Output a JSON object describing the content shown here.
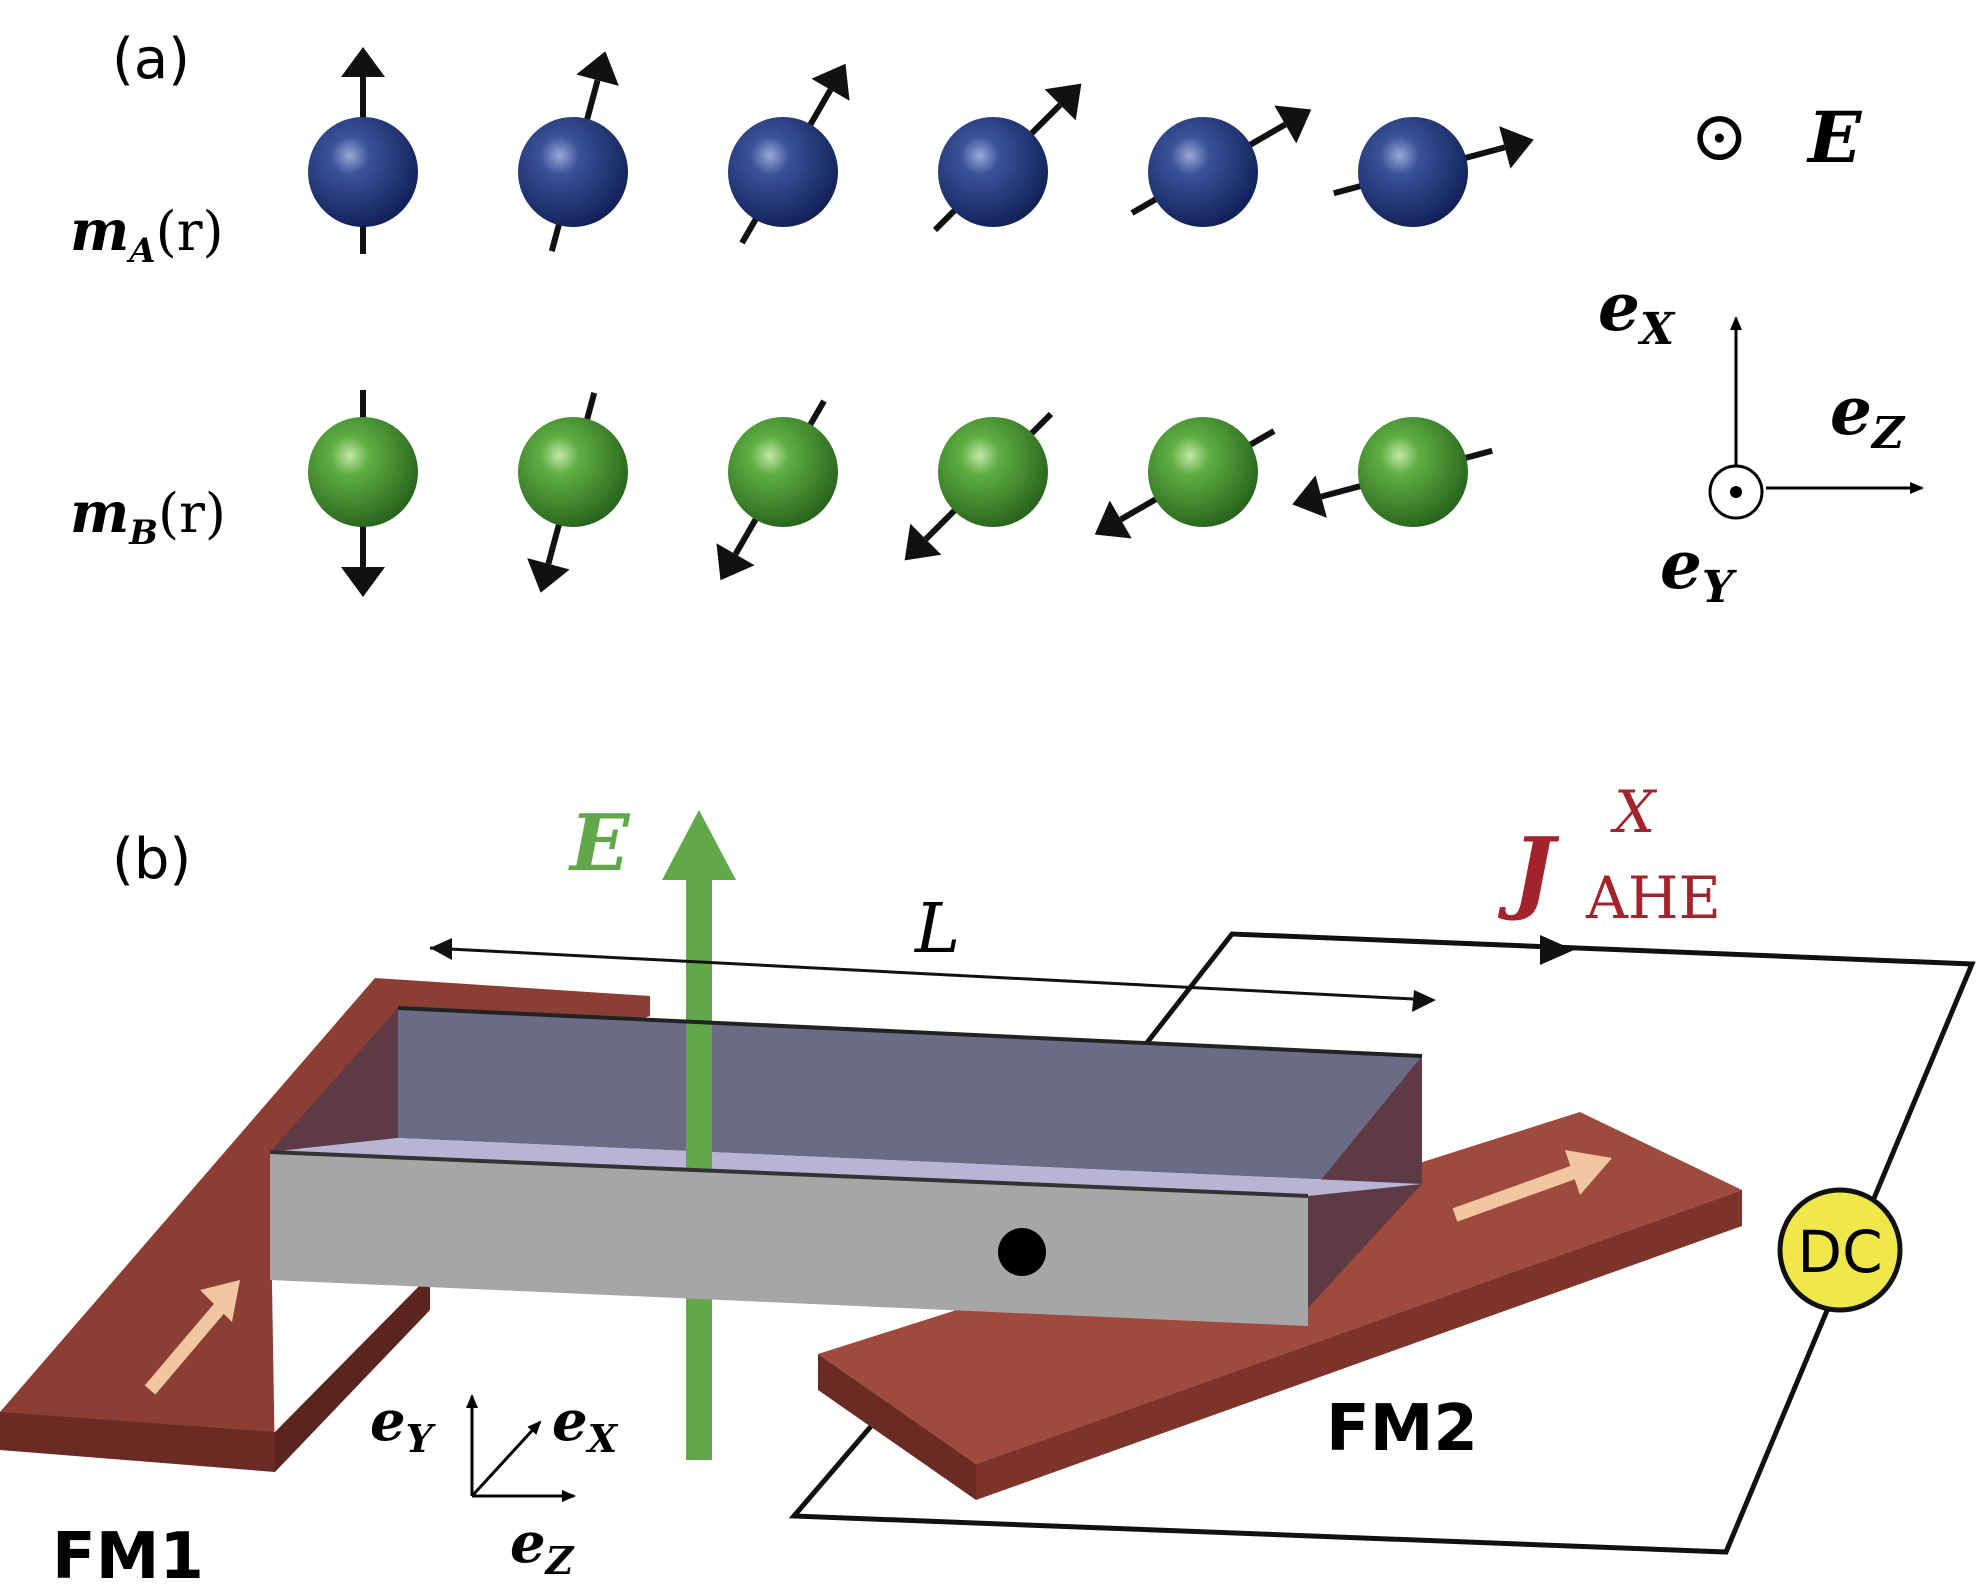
{
  "panel_a": {
    "label": "(a)",
    "row_a_label": {
      "main": "m",
      "sub": "A",
      "arg": "(r)"
    },
    "row_b_label": {
      "main": "m",
      "sub": "B",
      "arg": "(r)"
    },
    "field_symbol": "⊙",
    "field_label": "E",
    "axes": {
      "x": "e",
      "x_sub": "X",
      "z": "e",
      "z_sub": "Z",
      "y": "e",
      "y_sub": "Y"
    },
    "spins": {
      "count": 6,
      "angles_deg": [
        0,
        15,
        30,
        45,
        60,
        75
      ],
      "colors": {
        "a": "#1f3a7a",
        "b": "#3f8f2f"
      }
    }
  },
  "panel_b": {
    "label": "(b)",
    "field_label": "E",
    "length_label": "L",
    "current_label": {
      "main": "J",
      "sup": "X",
      "sub": "AHE"
    },
    "source_label": "DC",
    "lead1_label": "FM1",
    "lead2_label": "FM2",
    "axes": {
      "y": "e",
      "y_sub": "Y",
      "x": "e",
      "x_sub": "X",
      "z": "e",
      "z_sub": "Z"
    },
    "colors": {
      "lead": "#9e4a3e",
      "field": "#62a84a",
      "current": "#a3232c",
      "source": "#f0e84a"
    }
  }
}
